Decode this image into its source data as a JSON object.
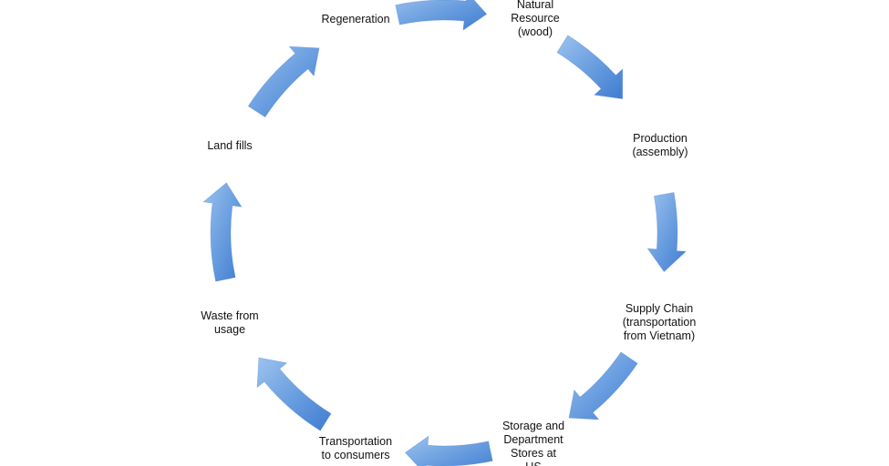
{
  "diagram": {
    "type": "cycle",
    "arrow_color_light": "#9cc3ee",
    "arrow_color_mid": "#6b9fe0",
    "arrow_color_dark": "#3f7cd1",
    "nodes": [
      {
        "id": "natural-resource",
        "lines": [
          "Natural",
          "Resource",
          "(wood)"
        ]
      },
      {
        "id": "production",
        "lines": [
          "Production",
          "(assembly)"
        ]
      },
      {
        "id": "supply-chain",
        "lines": [
          "Supply Chain",
          "(transportation",
          "from Vietnam)"
        ]
      },
      {
        "id": "storage",
        "lines": [
          "Storage and",
          "Department",
          "Stores at",
          "US"
        ]
      },
      {
        "id": "transportation-consumers",
        "lines": [
          "Transportation",
          "to consumers"
        ]
      },
      {
        "id": "waste",
        "lines": [
          "Waste from",
          "usage"
        ]
      },
      {
        "id": "land-fills",
        "lines": [
          "Land fills"
        ]
      },
      {
        "id": "regeneration",
        "lines": [
          "Regeneration"
        ]
      }
    ]
  }
}
